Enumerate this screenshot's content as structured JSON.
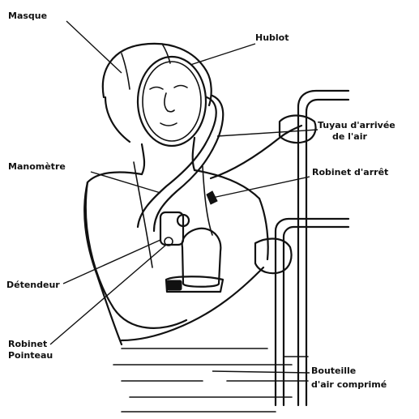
{
  "labels": {
    "masque": "Masque",
    "hublot": "Hublot",
    "tuyau_1": "Tuyau d'arrivée",
    "tuyau_2": "de l'air",
    "manometre": "Manomètre",
    "robinet_arret": "Robinet d'arrêt",
    "detendeur": "Détendeur",
    "robinet_pointeau_1": "Robinet",
    "robinet_pointeau_2": "Pointeau",
    "bouteille_1": "Bouteille",
    "bouteille_2": "d'air comprimé"
  }
}
